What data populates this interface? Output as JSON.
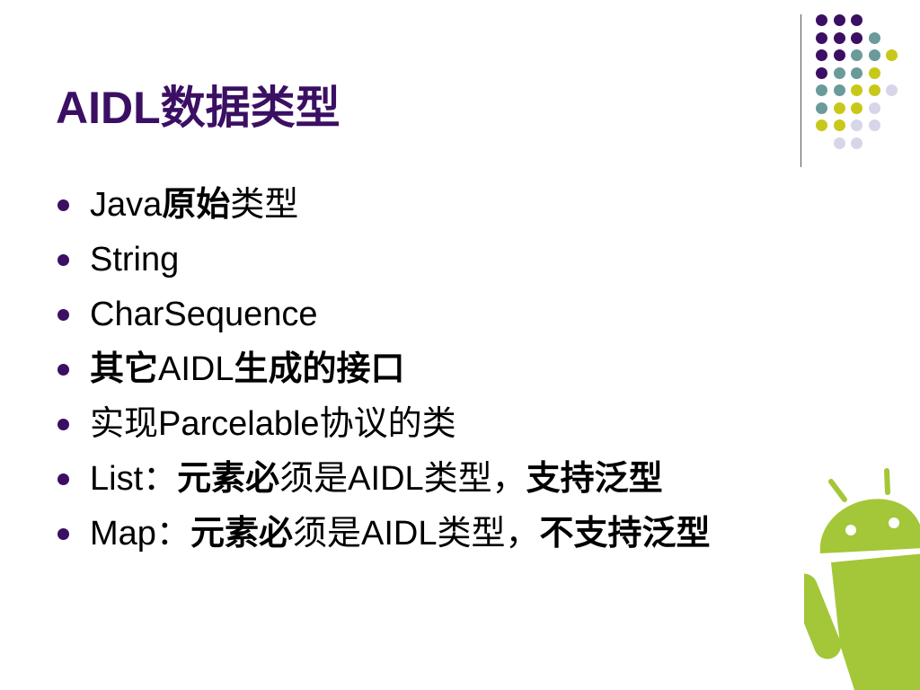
{
  "slide": {
    "title": "AIDL数据类型",
    "bullets": [
      {
        "segments": [
          {
            "text": "Java",
            "bold": false
          },
          {
            "text": "原始",
            "bold": true
          },
          {
            "text": "类型",
            "bold": false
          }
        ]
      },
      {
        "segments": [
          {
            "text": "String",
            "bold": false
          }
        ]
      },
      {
        "segments": [
          {
            "text": "CharSequence",
            "bold": false
          }
        ]
      },
      {
        "segments": [
          {
            "text": "其它",
            "bold": true
          },
          {
            "text": "AIDL",
            "bold": false
          },
          {
            "text": "生成的接口",
            "bold": true
          }
        ]
      },
      {
        "segments": [
          {
            "text": "实现",
            "bold": false
          },
          {
            "text": "Parcelable",
            "bold": false
          },
          {
            "text": "协议的类",
            "bold": false
          }
        ]
      },
      {
        "segments": [
          {
            "text": "List：",
            "bold": false
          },
          {
            "text": "元素必",
            "bold": true
          },
          {
            "text": "须是",
            "bold": false
          },
          {
            "text": "AIDL",
            "bold": false
          },
          {
            "text": "类型，",
            "bold": false
          },
          {
            "text": "支持泛型",
            "bold": true
          }
        ]
      },
      {
        "segments": [
          {
            "text": "Map：",
            "bold": false
          },
          {
            "text": "元素必",
            "bold": true
          },
          {
            "text": "须是",
            "bold": false
          },
          {
            "text": "AIDL",
            "bold": false
          },
          {
            "text": "类型，",
            "bold": false
          },
          {
            "text": "不支持泛型",
            "bold": true
          }
        ]
      }
    ]
  },
  "decorations": {
    "dot_colors": {
      "purple": "#3b0f63",
      "teal": "#6b9a9a",
      "lime": "#c8c81a",
      "lavender": "#d6d6e8"
    },
    "dot_rows": [
      [
        "purple",
        "purple",
        "purple"
      ],
      [
        "purple",
        "purple",
        "purple",
        "teal"
      ],
      [
        "purple",
        "purple",
        "teal",
        "teal",
        "lime"
      ],
      [
        "purple",
        "teal",
        "teal",
        "lime"
      ],
      [
        "teal",
        "teal",
        "lime",
        "lime",
        "lavender"
      ],
      [
        "teal",
        "lime",
        "lime",
        "lavender"
      ],
      [
        "lime",
        "lime",
        "lavender",
        "lavender"
      ],
      [
        "lavender",
        "lavender"
      ]
    ],
    "bullet_color": "#3b0f63",
    "title_color": "#3b0f63",
    "mascot_color": "#a4c639",
    "mascot_icon": "android-robot-icon"
  }
}
